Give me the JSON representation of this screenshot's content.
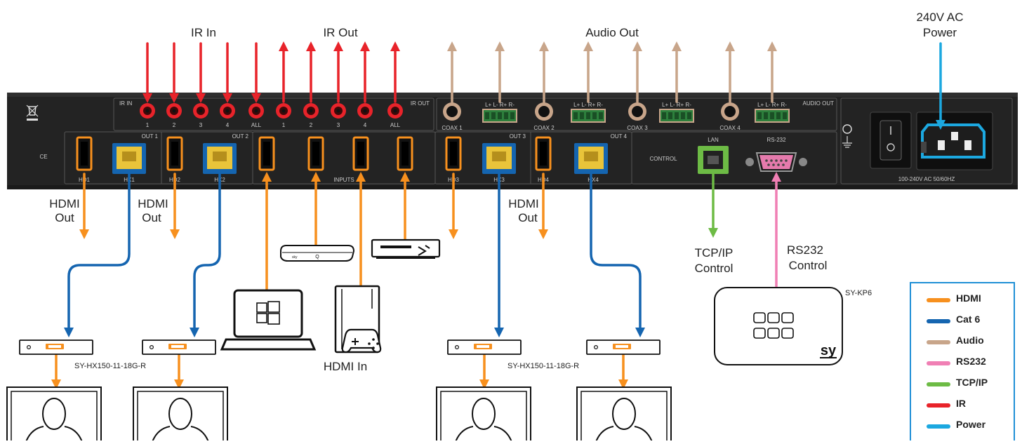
{
  "headers": {
    "ir_in": "IR In",
    "ir_out": "IR Out",
    "audio_out": "Audio Out",
    "power": [
      "240V AC",
      "Power"
    ]
  },
  "panel": {
    "ir_in": "IR IN",
    "ir_out": "IR OUT",
    "audio_out_tag": "AUDIO OUT",
    "ir_ports": [
      "1",
      "2",
      "3",
      "4",
      "ALL"
    ],
    "coax": [
      "COAX 1",
      "COAX 2",
      "COAX 3",
      "COAX 4"
    ],
    "audio_terminal": "L+ L- R+ R-",
    "outs": [
      "OUT 1",
      "OUT 2",
      "OUT 3",
      "OUT 4"
    ],
    "hd": [
      "HD1",
      "HD2",
      "HD3",
      "HD4"
    ],
    "hx": [
      "HX1",
      "HX2",
      "HX3",
      "HX4"
    ],
    "inputs": "INPUTS",
    "control": "CONTROL",
    "lan": "LAN",
    "rs232": "RS-232",
    "power_rating": "100-240V AC 50/60HZ",
    "ce": "CE"
  },
  "callouts": {
    "hdmi_out": [
      "HDMI",
      "Out"
    ],
    "hdmi_in": "HDMI In",
    "tcpip": [
      "TCP/IP",
      "Control"
    ],
    "rs232": [
      "RS232",
      "Control"
    ],
    "receiver_model": "SY-HX150-11-18G-R",
    "keypad_model": "SY-KP6",
    "keypad_logo": "sy"
  },
  "legend": [
    {
      "label": "HDMI",
      "color": "#f7901e"
    },
    {
      "label": "Cat 6",
      "color": "#1565b0"
    },
    {
      "label": "Audio",
      "color": "#c8a58a"
    },
    {
      "label": "RS232",
      "color": "#f07fb4"
    },
    {
      "label": "TCP/IP",
      "color": "#6dbb45"
    },
    {
      "label": "IR",
      "color": "#e8232a"
    },
    {
      "label": "Power",
      "color": "#1ca8e0"
    }
  ],
  "icons": [
    "windows-laptop-icon",
    "game-console-icon",
    "streaming-box-icon",
    "bluray-player-icon",
    "person-display-icon",
    "hdmi-receiver-icon",
    "keypad-icon",
    "power-socket-icon"
  ]
}
